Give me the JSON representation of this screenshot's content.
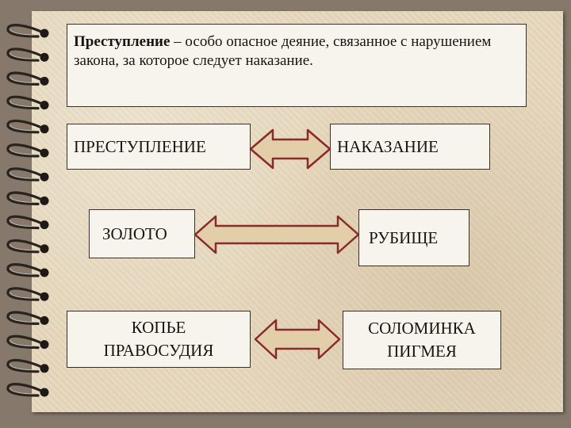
{
  "definition": {
    "term": "Преступление",
    "text": " – особо опасное деяние, связанное с нарушением закона, за которое следует наказание."
  },
  "pairs": [
    {
      "left": "ПРЕСТУПЛЕНИЕ",
      "right": "НАКАЗАНИЕ"
    },
    {
      "left": "ЗОЛОТО",
      "right": "РУБИЩЕ"
    },
    {
      "left": "КОПЬЕ ПРАВОСУДИЯ",
      "right": "СОЛОМИНКА ПИГМЕЯ"
    }
  ],
  "colors": {
    "arrow_fill": "#e2cfa9",
    "arrow_stroke": "#8a2a2a"
  }
}
